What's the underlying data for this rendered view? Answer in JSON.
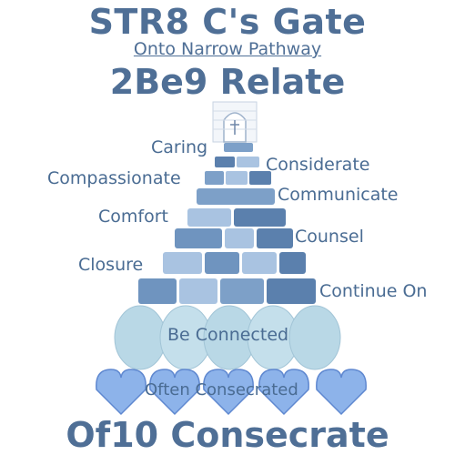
{
  "header": {
    "title": "STR8 C's Gate",
    "subtitle": "Onto Narrow Pathway",
    "line3": "2Be9 Relate"
  },
  "footer": {
    "title": "Of10 Consecrate"
  },
  "labels": {
    "caring": "Caring",
    "considerate": "Considerate",
    "compassionate": "Compassionate",
    "communicate": "Communicate",
    "comfort": "Comfort",
    "counsel": "Counsel",
    "closure": "Closure",
    "continue_on": "Continue On",
    "be_connected": "Be Connected",
    "often_consecrated": "Often Consecrated"
  },
  "icons": [
    "gate-arch-icon",
    "cross-icon",
    "heart-gem-icon"
  ],
  "colors": {
    "text": "#4a6c93",
    "brick_dark": "#5b80ad",
    "brick_mid": "#7da0c8",
    "brick_light": "#a9c3e1",
    "stone": "#b9d8e6",
    "heart": "#8db3ea"
  }
}
